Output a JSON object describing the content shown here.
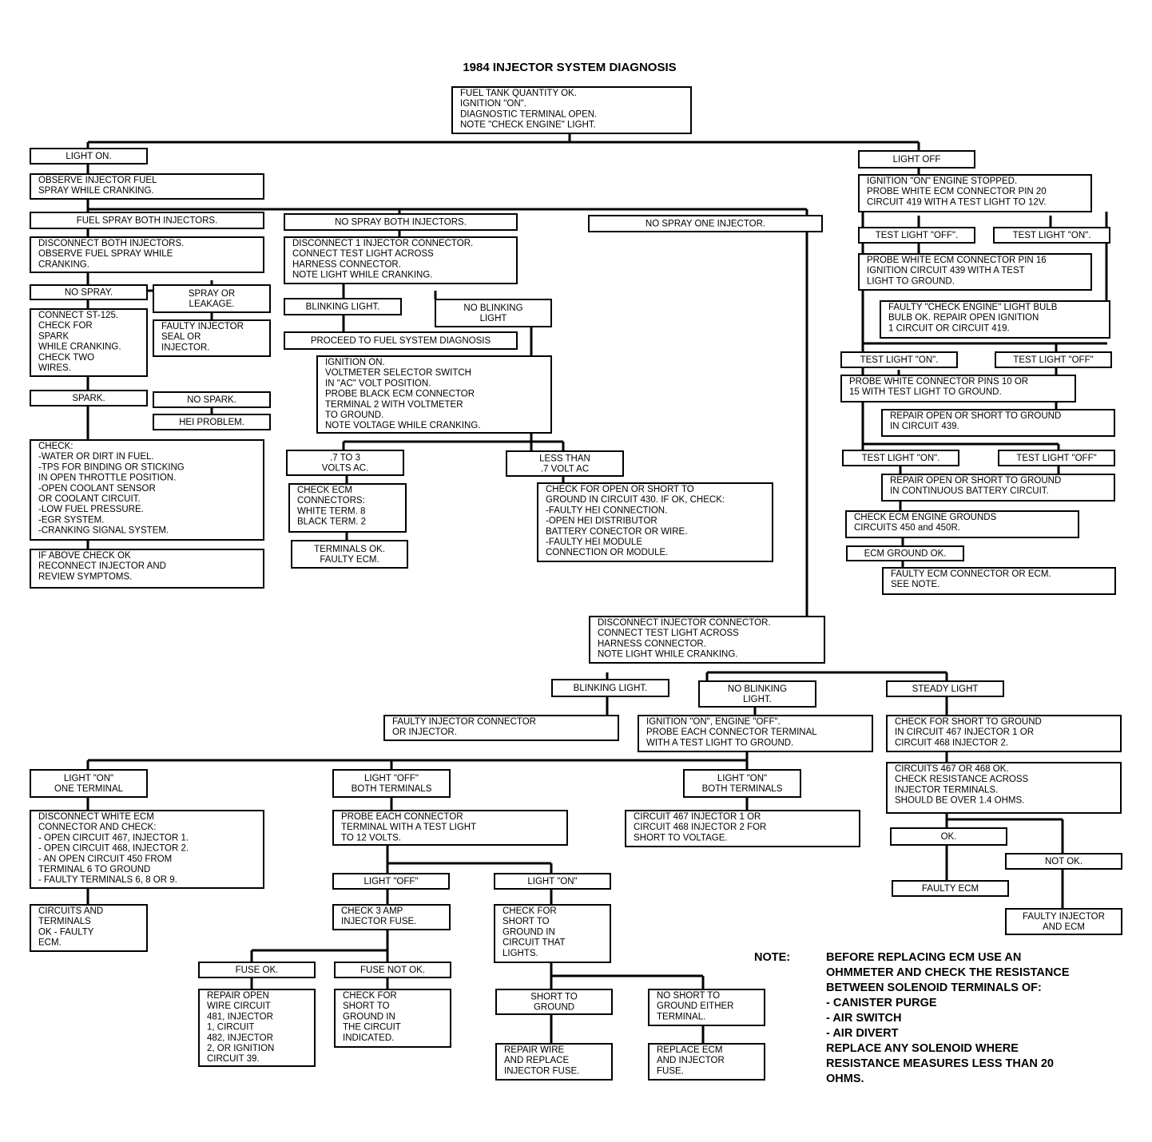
{
  "title": "1984 INJECTOR SYSTEM DIAGNOSIS",
  "boxes": [
    {
      "id": "start",
      "lines": [
        "FUEL TANK QUANTITY OK.",
        "IGNITION \"ON\".",
        "DIAGNOSTIC TERMINAL OPEN.",
        "NOTE \"CHECK ENGINE\" LIGHT."
      ]
    },
    {
      "id": "light_on",
      "lines": [
        "LIGHT ON."
      ],
      "center": true
    },
    {
      "id": "observe",
      "lines": [
        "OBSERVE INJECTOR FUEL",
        "SPRAY WHILE CRANKING."
      ]
    },
    {
      "id": "fuel_spray_both",
      "lines": [
        "FUEL SPRAY BOTH INJECTORS."
      ],
      "center": true
    },
    {
      "id": "no_spray_both",
      "lines": [
        "NO SPRAY BOTH INJECTORS."
      ],
      "center": true
    },
    {
      "id": "no_spray_one",
      "lines": [
        "NO SPRAY ONE INJECTOR."
      ],
      "center": true
    },
    {
      "id": "disconnect_both",
      "lines": [
        "DISCONNECT BOTH INJECTORS.",
        "OBSERVE FUEL SPRAY WHILE",
        "CRANKING."
      ]
    },
    {
      "id": "no_spray",
      "lines": [
        "NO SPRAY."
      ],
      "center": true
    },
    {
      "id": "spray_leak",
      "lines": [
        "SPRAY OR",
        "LEAKAGE."
      ],
      "center": true
    },
    {
      "id": "connect_st",
      "lines": [
        "CONNECT ST-125.",
        "CHECK FOR",
        "SPARK",
        "WHILE CRANKING.",
        "CHECK TWO",
        "WIRES."
      ]
    },
    {
      "id": "faulty_seal",
      "lines": [
        "FAULTY INJECTOR",
        "SEAL OR",
        "INJECTOR."
      ]
    },
    {
      "id": "spark",
      "lines": [
        "SPARK."
      ],
      "center": true
    },
    {
      "id": "no_spark",
      "lines": [
        "NO SPARK."
      ],
      "center": true
    },
    {
      "id": "hei",
      "lines": [
        "HEI PROBLEM."
      ],
      "center": true
    },
    {
      "id": "check_list",
      "lines": [
        "CHECK:",
        "-WATER OR DIRT IN FUEL.",
        "-TPS FOR BINDING OR STICKING",
        "  IN OPEN THROTTLE POSITION.",
        "-OPEN COOLANT SENSOR",
        "  OR COOLANT CIRCUIT.",
        "-LOW FUEL PRESSURE.",
        "-EGR SYSTEM.",
        "-CRANKING SIGNAL SYSTEM."
      ]
    },
    {
      "id": "if_above",
      "lines": [
        "IF ABOVE CHECK OK",
        "RECONNECT INJECTOR AND",
        "REVIEW SYMPTOMS."
      ]
    },
    {
      "id": "disconnect_1",
      "lines": [
        "DISCONNECT 1 INJECTOR CONNECTOR.",
        "CONNECT TEST LIGHT ACROSS",
        "HARNESS CONNECTOR.",
        "NOTE LIGHT WHILE CRANKING."
      ]
    },
    {
      "id": "blinking1",
      "lines": [
        "BLINKING LIGHT."
      ],
      "center": true
    },
    {
      "id": "no_blinking1",
      "lines": [
        "NO BLINKING",
        "LIGHT"
      ],
      "center": true
    },
    {
      "id": "proceed",
      "lines": [
        "PROCEED TO FUEL SYSTEM DIAGNOSIS"
      ],
      "center": true
    },
    {
      "id": "ign_volt",
      "lines": [
        "IGNITION ON.",
        "VOLTMETER SELECTOR SWITCH",
        "IN \"AC\" VOLT POSITION.",
        "PROBE BLACK ECM CONNECTOR",
        "TERMINAL 2 WITH VOLTMETER",
        "TO GROUND.",
        "NOTE VOLTAGE WHILE CRANKING."
      ]
    },
    {
      "id": "v7to3",
      "lines": [
        ".7 TO 3",
        "VOLTS AC."
      ],
      "center": true
    },
    {
      "id": "lessthan",
      "lines": [
        "LESS THAN",
        ".7 VOLT AC"
      ],
      "center": true
    },
    {
      "id": "check_ecm_conn",
      "lines": [
        "CHECK ECM",
        "CONNECTORS:",
        "WHITE TERM. 8",
        "BLACK TERM. 2"
      ]
    },
    {
      "id": "terms_ok",
      "lines": [
        "TERMINALS OK.",
        "FAULTY ECM."
      ],
      "center": true
    },
    {
      "id": "check_open_430",
      "lines": [
        "CHECK FOR OPEN OR SHORT TO",
        "GROUND IN CIRCUIT 430. IF OK, CHECK:",
        "-FAULTY HEI CONNECTION.",
        "-OPEN HEI DISTRIBUTOR",
        "  BATTERY CONECTOR OR WIRE.",
        "-FAULTY HEI MODULE",
        "  CONNECTION OR MODULE."
      ]
    },
    {
      "id": "light_off",
      "lines": [
        "LIGHT OFF"
      ],
      "center": true
    },
    {
      "id": "ign_on_stopped",
      "lines": [
        "IGNITION \"ON\" ENGINE STOPPED.",
        "PROBE WHITE ECM CONNECTOR PIN 20",
        "CIRCUIT 419 WITH A TEST LIGHT TO 12V."
      ]
    },
    {
      "id": "tl_off1",
      "lines": [
        "TEST LIGHT \"OFF\"."
      ],
      "center": true
    },
    {
      "id": "tl_on1",
      "lines": [
        "TEST LIGHT \"ON\"."
      ],
      "center": true
    },
    {
      "id": "probe_pin16",
      "lines": [
        "PROBE WHITE ECM CONNECTOR PIN 16",
        "IGNITION CIRCUIT 439 WITH A TEST",
        "LIGHT TO GROUND."
      ]
    },
    {
      "id": "faulty_bulb",
      "lines": [
        "FAULTY \"CHECK ENGINE\" LIGHT BULB",
        "BULB OK. REPAIR OPEN IGNITION",
        "1 CIRCUIT OR CIRCUIT 419."
      ]
    },
    {
      "id": "tl_on2",
      "lines": [
        "TEST LIGHT \"ON\"."
      ],
      "center": true
    },
    {
      "id": "tl_off2",
      "lines": [
        "TEST LIGHT \"OFF\""
      ],
      "center": true
    },
    {
      "id": "probe_pins10",
      "lines": [
        "PROBE WHITE CONNECTOR PINS 10 OR",
        "15 WITH TEST LIGHT TO GROUND."
      ]
    },
    {
      "id": "repair_439",
      "lines": [
        "REPAIR OPEN OR SHORT TO GROUND",
        "IN CIRCUIT 439."
      ]
    },
    {
      "id": "tl_on3",
      "lines": [
        "TEST LIGHT \"ON\"."
      ],
      "center": true
    },
    {
      "id": "tl_off3",
      "lines": [
        "TEST LIGHT \"OFF\""
      ],
      "center": true
    },
    {
      "id": "repair_batt",
      "lines": [
        "REPAIR OPEN OR SHORT TO GROUND",
        "IN CONTINUOUS BATTERY CIRCUIT."
      ]
    },
    {
      "id": "check_grounds",
      "lines": [
        "CHECK ECM ENGINE GROUNDS",
        "CIRCUITS 450 and 450R."
      ]
    },
    {
      "id": "ecm_ground_ok",
      "lines": [
        "ECM GROUND OK."
      ],
      "center": true
    },
    {
      "id": "faulty_ecm_conn",
      "lines": [
        "FAULTY ECM CONNECTOR OR ECM.",
        "SEE NOTE."
      ]
    },
    {
      "id": "disc_inj_conn",
      "lines": [
        "DISCONNECT INJECTOR CONNECTOR.",
        "CONNECT TEST LIGHT ACROSS",
        "HARNESS CONNECTOR.",
        "NOTE LIGHT WHILE CRANKING."
      ]
    },
    {
      "id": "blinking2",
      "lines": [
        "BLINKING LIGHT."
      ],
      "center": true
    },
    {
      "id": "no_blinking2",
      "lines": [
        "NO BLINKING",
        "LIGHT."
      ],
      "center": true
    },
    {
      "id": "steady",
      "lines": [
        "STEADY LIGHT"
      ],
      "center": true
    },
    {
      "id": "faulty_inj_conn",
      "lines": [
        "FAULTY INJECTOR CONNECTOR",
        "OR INJECTOR."
      ]
    },
    {
      "id": "ign_on_eng_off",
      "lines": [
        "IGNITION \"ON\", ENGINE \"OFF\".",
        "PROBE EACH CONNECTOR TERMINAL",
        "WITH A TEST LIGHT TO GROUND."
      ]
    },
    {
      "id": "check_short_467",
      "lines": [
        "CHECK FOR SHORT TO GROUND",
        "IN CIRCUIT 467 INJECTOR 1 OR",
        "CIRCUIT 468 INJECTOR 2."
      ]
    },
    {
      "id": "light_on_one",
      "lines": [
        "LIGHT \"ON\"",
        "ONE TERMINAL"
      ],
      "center": true
    },
    {
      "id": "light_off_both",
      "lines": [
        "LIGHT \"OFF\"",
        "BOTH TERMINALS"
      ],
      "center": true
    },
    {
      "id": "light_on_both",
      "lines": [
        "LIGHT \"ON\"",
        "BOTH TERMINALS"
      ],
      "center": true
    },
    {
      "id": "circuits_467_ok",
      "lines": [
        "CIRCUITS 467 OR 468 OK.",
        "CHECK RESISTANCE ACROSS",
        "INJECTOR TERMINALS.",
        "SHOULD BE OVER 1.4 OHMS."
      ]
    },
    {
      "id": "disc_white",
      "lines": [
        "DISCONNECT WHITE ECM",
        "CONNECTOR AND CHECK:",
        "-  OPEN CIRCUIT 467, INJECTOR 1.",
        "-  OPEN CIRCUIT 468, INJECTOR 2.",
        "-  AN OPEN CIRCUIT 450 FROM",
        "   TERMINAL 6 TO GROUND",
        "-  FAULTY TERMINALS 6, 8 OR 9."
      ]
    },
    {
      "id": "probe_each",
      "lines": [
        "PROBE EACH CONNECTOR",
        "TERMINAL WITH A TEST LIGHT",
        "TO 12 VOLTS."
      ]
    },
    {
      "id": "circuit_467_short",
      "lines": [
        "CIRCUIT 467 INJECTOR 1 OR",
        "CIRCUIT 468 INJECTOR 2 FOR",
        "SHORT TO VOLTAGE."
      ]
    },
    {
      "id": "ok",
      "lines": [
        "OK."
      ],
      "center": true
    },
    {
      "id": "not_ok",
      "lines": [
        "NOT OK."
      ],
      "center": true
    },
    {
      "id": "faulty_ecm2",
      "lines": [
        "FAULTY ECM"
      ],
      "center": true
    },
    {
      "id": "faulty_inj_ecm",
      "lines": [
        "FAULTY INJECTOR",
        "AND ECM"
      ],
      "center": true
    },
    {
      "id": "light_off3",
      "lines": [
        "LIGHT \"OFF\""
      ],
      "center": true
    },
    {
      "id": "light_on3",
      "lines": [
        "LIGHT \"ON\""
      ],
      "center": true
    },
    {
      "id": "circuits_ok_faulty",
      "lines": [
        "CIRCUITS AND",
        "TERMINALS",
        "OK  -  FAULTY",
        "ECM."
      ]
    },
    {
      "id": "check_3amp",
      "lines": [
        "CHECK 3 AMP",
        "INJECTOR FUSE."
      ]
    },
    {
      "id": "check_short_lights",
      "lines": [
        "CHECK FOR",
        "SHORT TO",
        "GROUND IN",
        "CIRCUIT THAT",
        "LIGHTS."
      ]
    },
    {
      "id": "fuse_ok",
      "lines": [
        "FUSE OK."
      ],
      "center": true
    },
    {
      "id": "fuse_not_ok",
      "lines": [
        "FUSE NOT OK."
      ],
      "center": true
    },
    {
      "id": "repair_open_wire",
      "lines": [
        "REPAIR OPEN",
        "WIRE CIRCUIT",
        "481, INJECTOR",
        "1, CIRCUIT",
        "482, INJECTOR",
        "2, OR IGNITION",
        "CIRCUIT 39."
      ]
    },
    {
      "id": "check_short_indicated",
      "lines": [
        "CHECK FOR",
        "SHORT TO",
        "GROUND IN",
        "THE CIRCUIT",
        "INDICATED."
      ]
    },
    {
      "id": "short_to_ground",
      "lines": [
        "SHORT TO",
        "GROUND"
      ],
      "center": true
    },
    {
      "id": "no_short",
      "lines": [
        "NO SHORT TO",
        "GROUND EITHER",
        "TERMINAL."
      ]
    },
    {
      "id": "repair_wire",
      "lines": [
        "REPAIR WIRE",
        "AND REPLACE",
        "INJECTOR FUSE."
      ]
    },
    {
      "id": "replace_ecm",
      "lines": [
        "REPLACE ECM",
        "AND INJECTOR",
        "FUSE."
      ]
    }
  ],
  "note": {
    "label": "NOTE:",
    "lines": [
      "BEFORE REPLACING ECM USE AN",
      "OHMMETER AND CHECK THE RESISTANCE",
      "BETWEEN SOLENOID TERMINALS OF:",
      "-  CANISTER PURGE",
      "-  AIR SWITCH",
      "-  AIR DIVERT",
      "REPLACE ANY SOLENOID WHERE",
      "RESISTANCE  MEASURES  LESS  THAN  20",
      "OHMS."
    ]
  }
}
